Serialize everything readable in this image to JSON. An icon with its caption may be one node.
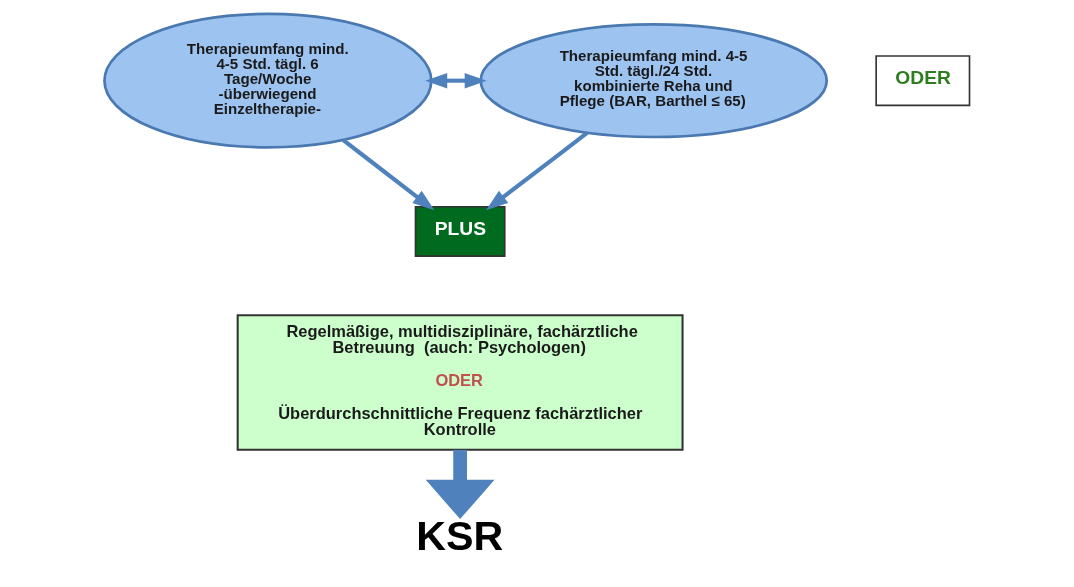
{
  "diagram": {
    "nodes": [
      {
        "text": [
          "Therapieumfang mind. 4-5 Std. tägl. 6 Tage/Woche -überwiegend Einzeltherapie-"
        ]
      },
      {
        "text": [
          "ODER"
        ]
      },
      {
        "text": [
          "Therapieumfang mind. 4-5 Std. tägl./24 Std. kombinierte Reha und Pflege (BAR, Barthel ≤ 65)"
        ]
      },
      {
        "text": [
          "PLUS"
        ]
      },
      {
        "text": [
          "Regelmäßige, multidisziplinäre, fachärztliche Betreuung  (auch: Psychologen)",
          "ODER",
          "Überdurchschnittliche Frequenz fachärztlicher Kontrolle"
        ]
      },
      {
        "text": [
          "KSR"
        ]
      }
    ],
    "edges": [
      {
        "from": 0,
        "to": 2,
        "arrow": "both"
      },
      {
        "from": 0,
        "to": 3,
        "arrow": "to"
      },
      {
        "from": 2,
        "to": 3,
        "arrow": "to"
      },
      {
        "from": 4,
        "to": 5,
        "arrow": "to",
        "style": "thick"
      }
    ]
  }
}
